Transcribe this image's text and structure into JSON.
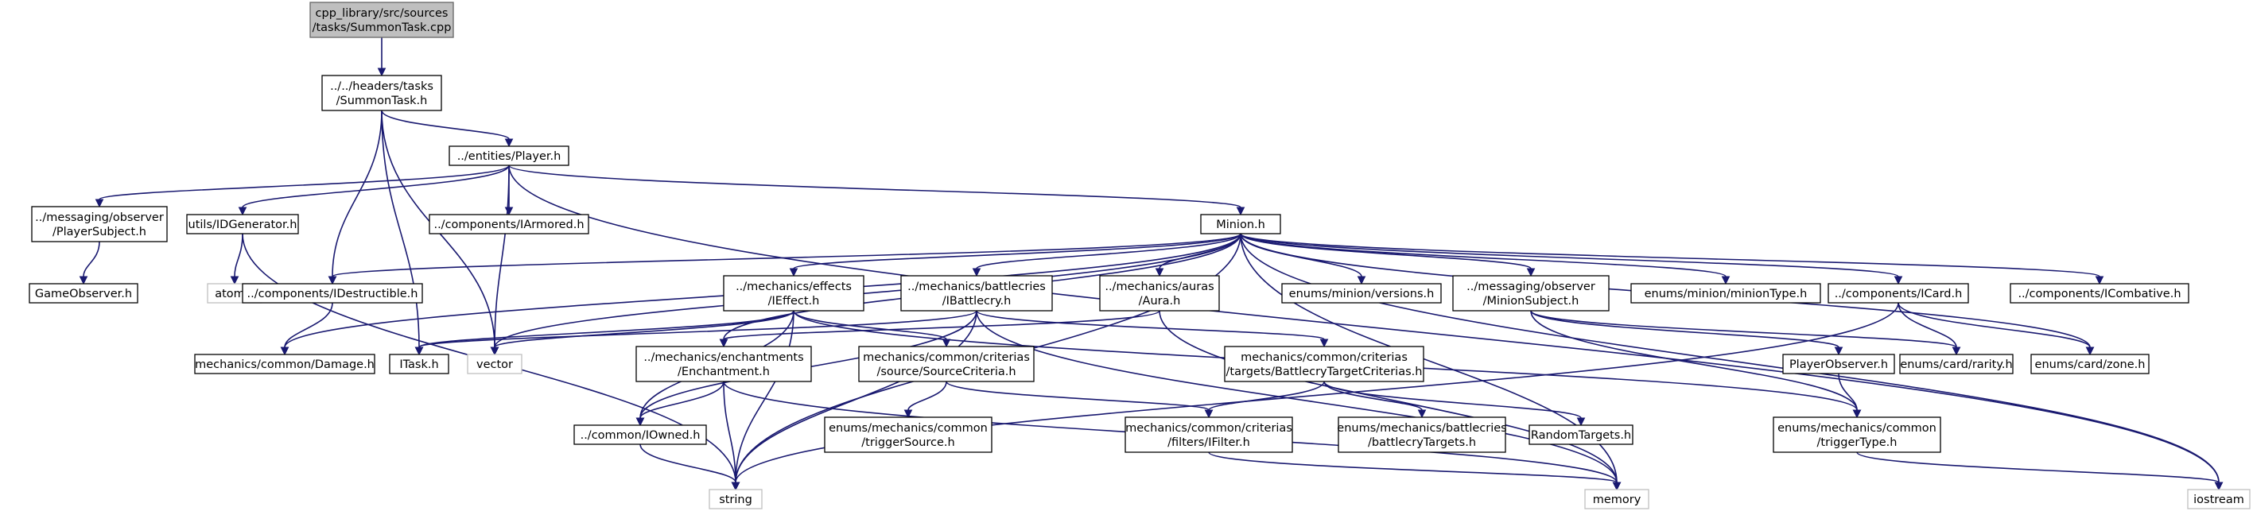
{
  "colors": {
    "edge": "#191970",
    "root_fill": "#bfbfbf",
    "root_stroke": "#666666",
    "node_stroke": "#000000",
    "system_stroke": "#bfbfbf"
  },
  "nodes": [
    {
      "id": "root",
      "lines": [
        "cpp_library/src/sources",
        "/tasks/SummonTask.cpp"
      ],
      "kind": "root"
    },
    {
      "id": "summontask_h",
      "lines": [
        "../../headers/tasks",
        "/SummonTask.h"
      ],
      "kind": "file"
    },
    {
      "id": "player_h",
      "lines": [
        "../entities/Player.h"
      ],
      "kind": "file"
    },
    {
      "id": "playersubject_h",
      "lines": [
        "../messaging/observer",
        "/PlayerSubject.h"
      ],
      "kind": "file"
    },
    {
      "id": "gameobserver_h",
      "lines": [
        "GameObserver.h"
      ],
      "kind": "file"
    },
    {
      "id": "idgenerator_h",
      "lines": [
        "utils/IDGenerator.h"
      ],
      "kind": "file"
    },
    {
      "id": "atomic",
      "lines": [
        "atomic"
      ],
      "kind": "system"
    },
    {
      "id": "iarmored_h",
      "lines": [
        "../components/IArmored.h"
      ],
      "kind": "file"
    },
    {
      "id": "minion_h",
      "lines": [
        "Minion.h"
      ],
      "kind": "file"
    },
    {
      "id": "idestructible_h",
      "lines": [
        "../components/IDestructible.h"
      ],
      "kind": "file"
    },
    {
      "id": "ieffect_h",
      "lines": [
        "../mechanics/effects",
        "/IEffect.h"
      ],
      "kind": "file"
    },
    {
      "id": "ibattlecry_h",
      "lines": [
        "../mechanics/battlecries",
        "/IBattlecry.h"
      ],
      "kind": "file"
    },
    {
      "id": "aura_h",
      "lines": [
        "../mechanics/auras",
        "/Aura.h"
      ],
      "kind": "file"
    },
    {
      "id": "versions_h",
      "lines": [
        "enums/minion/versions.h"
      ],
      "kind": "file"
    },
    {
      "id": "minionsubject_h",
      "lines": [
        "../messaging/observer",
        "/MinionSubject.h"
      ],
      "kind": "file"
    },
    {
      "id": "miniontype_h",
      "lines": [
        "enums/minion/minionType.h"
      ],
      "kind": "file"
    },
    {
      "id": "icard_h",
      "lines": [
        "../components/ICard.h"
      ],
      "kind": "file"
    },
    {
      "id": "icombative_h",
      "lines": [
        "../components/ICombative.h"
      ],
      "kind": "file"
    },
    {
      "id": "damage_h",
      "lines": [
        "mechanics/common/Damage.h"
      ],
      "kind": "file"
    },
    {
      "id": "itask_h",
      "lines": [
        "ITask.h"
      ],
      "kind": "file"
    },
    {
      "id": "vector",
      "lines": [
        "vector"
      ],
      "kind": "system"
    },
    {
      "id": "enchantment_h",
      "lines": [
        "../mechanics/enchantments",
        "/Enchantment.h"
      ],
      "kind": "file"
    },
    {
      "id": "sourcecriteria_h",
      "lines": [
        "mechanics/common/criterias",
        "/source/SourceCriteria.h"
      ],
      "kind": "file"
    },
    {
      "id": "battlecrytargetcriterias_h",
      "lines": [
        "mechanics/common/criterias",
        "/targets/BattlecryTargetCriterias.h"
      ],
      "kind": "file"
    },
    {
      "id": "playerobserver_h",
      "lines": [
        "PlayerObserver.h"
      ],
      "kind": "file"
    },
    {
      "id": "rarity_h",
      "lines": [
        "enums/card/rarity.h"
      ],
      "kind": "file"
    },
    {
      "id": "zone_h",
      "lines": [
        "enums/card/zone.h"
      ],
      "kind": "file"
    },
    {
      "id": "iowned_h",
      "lines": [
        "../common/IOwned.h"
      ],
      "kind": "file"
    },
    {
      "id": "triggersource_h",
      "lines": [
        "enums/mechanics/common",
        "/triggerSource.h"
      ],
      "kind": "file"
    },
    {
      "id": "ifilter_h",
      "lines": [
        "mechanics/common/criterias",
        "/filters/IFilter.h"
      ],
      "kind": "file"
    },
    {
      "id": "battlecrytargets_h",
      "lines": [
        "enums/mechanics/battlecries",
        "/battlecryTargets.h"
      ],
      "kind": "file"
    },
    {
      "id": "randomtargets_h",
      "lines": [
        "RandomTargets.h"
      ],
      "kind": "file"
    },
    {
      "id": "triggertype_h",
      "lines": [
        "enums/mechanics/common",
        "/triggerType.h"
      ],
      "kind": "file"
    },
    {
      "id": "string",
      "lines": [
        "string"
      ],
      "kind": "system"
    },
    {
      "id": "memory",
      "lines": [
        "memory"
      ],
      "kind": "system"
    },
    {
      "id": "iostream",
      "lines": [
        "iostream"
      ],
      "kind": "system"
    }
  ],
  "edges": [
    [
      "root",
      "summontask_h"
    ],
    [
      "summontask_h",
      "player_h"
    ],
    [
      "summontask_h",
      "itask_h"
    ],
    [
      "summontask_h",
      "idestructible_h"
    ],
    [
      "summontask_h",
      "vector"
    ],
    [
      "player_h",
      "playersubject_h"
    ],
    [
      "player_h",
      "idgenerator_h"
    ],
    [
      "player_h",
      "iarmored_h"
    ],
    [
      "player_h",
      "minion_h"
    ],
    [
      "player_h",
      "vector"
    ],
    [
      "player_h",
      "iostream"
    ],
    [
      "playersubject_h",
      "gameobserver_h"
    ],
    [
      "idgenerator_h",
      "atomic"
    ],
    [
      "idgenerator_h",
      "string"
    ],
    [
      "minion_h",
      "idestructible_h"
    ],
    [
      "minion_h",
      "ieffect_h"
    ],
    [
      "minion_h",
      "ibattlecry_h"
    ],
    [
      "minion_h",
      "aura_h"
    ],
    [
      "minion_h",
      "versions_h"
    ],
    [
      "minion_h",
      "minionsubject_h"
    ],
    [
      "minion_h",
      "miniontype_h"
    ],
    [
      "minion_h",
      "icard_h"
    ],
    [
      "minion_h",
      "icombative_h"
    ],
    [
      "minion_h",
      "damage_h"
    ],
    [
      "minion_h",
      "enchantment_h"
    ],
    [
      "minion_h",
      "vector"
    ],
    [
      "minion_h",
      "string"
    ],
    [
      "minion_h",
      "memory"
    ],
    [
      "minion_h",
      "iostream"
    ],
    [
      "minion_h",
      "zone_h"
    ],
    [
      "idestructible_h",
      "damage_h"
    ],
    [
      "ieffect_h",
      "itask_h"
    ],
    [
      "ieffect_h",
      "vector"
    ],
    [
      "ieffect_h",
      "iowned_h"
    ],
    [
      "ieffect_h",
      "sourcecriteria_h"
    ],
    [
      "ieffect_h",
      "triggertype_h"
    ],
    [
      "ieffect_h",
      "string"
    ],
    [
      "ibattlecry_h",
      "itask_h"
    ],
    [
      "ibattlecry_h",
      "iowned_h"
    ],
    [
      "ibattlecry_h",
      "battlecrytargetcriterias_h"
    ],
    [
      "ibattlecry_h",
      "string"
    ],
    [
      "ibattlecry_h",
      "memory"
    ],
    [
      "aura_h",
      "enchantment_h"
    ],
    [
      "aura_h",
      "memory"
    ],
    [
      "minionsubject_h",
      "playerobserver_h"
    ],
    [
      "minionsubject_h",
      "triggertype_h"
    ],
    [
      "minionsubject_h",
      "rarity_h"
    ],
    [
      "icard_h",
      "rarity_h"
    ],
    [
      "icard_h",
      "zone_h"
    ],
    [
      "icard_h",
      "string"
    ],
    [
      "enchantment_h",
      "iowned_h"
    ],
    [
      "enchantment_h",
      "string"
    ],
    [
      "enchantment_h",
      "memory"
    ],
    [
      "sourcecriteria_h",
      "triggersource_h"
    ],
    [
      "sourcecriteria_h",
      "ifilter_h"
    ],
    [
      "battlecrytargetcriterias_h",
      "ifilter_h"
    ],
    [
      "battlecrytargetcriterias_h",
      "battlecrytargets_h"
    ],
    [
      "battlecrytargetcriterias_h",
      "randomtargets_h"
    ],
    [
      "playerobserver_h",
      "triggertype_h"
    ],
    [
      "iowned_h",
      "string"
    ],
    [
      "ifilter_h",
      "memory"
    ],
    [
      "triggertype_h",
      "iostream"
    ]
  ]
}
